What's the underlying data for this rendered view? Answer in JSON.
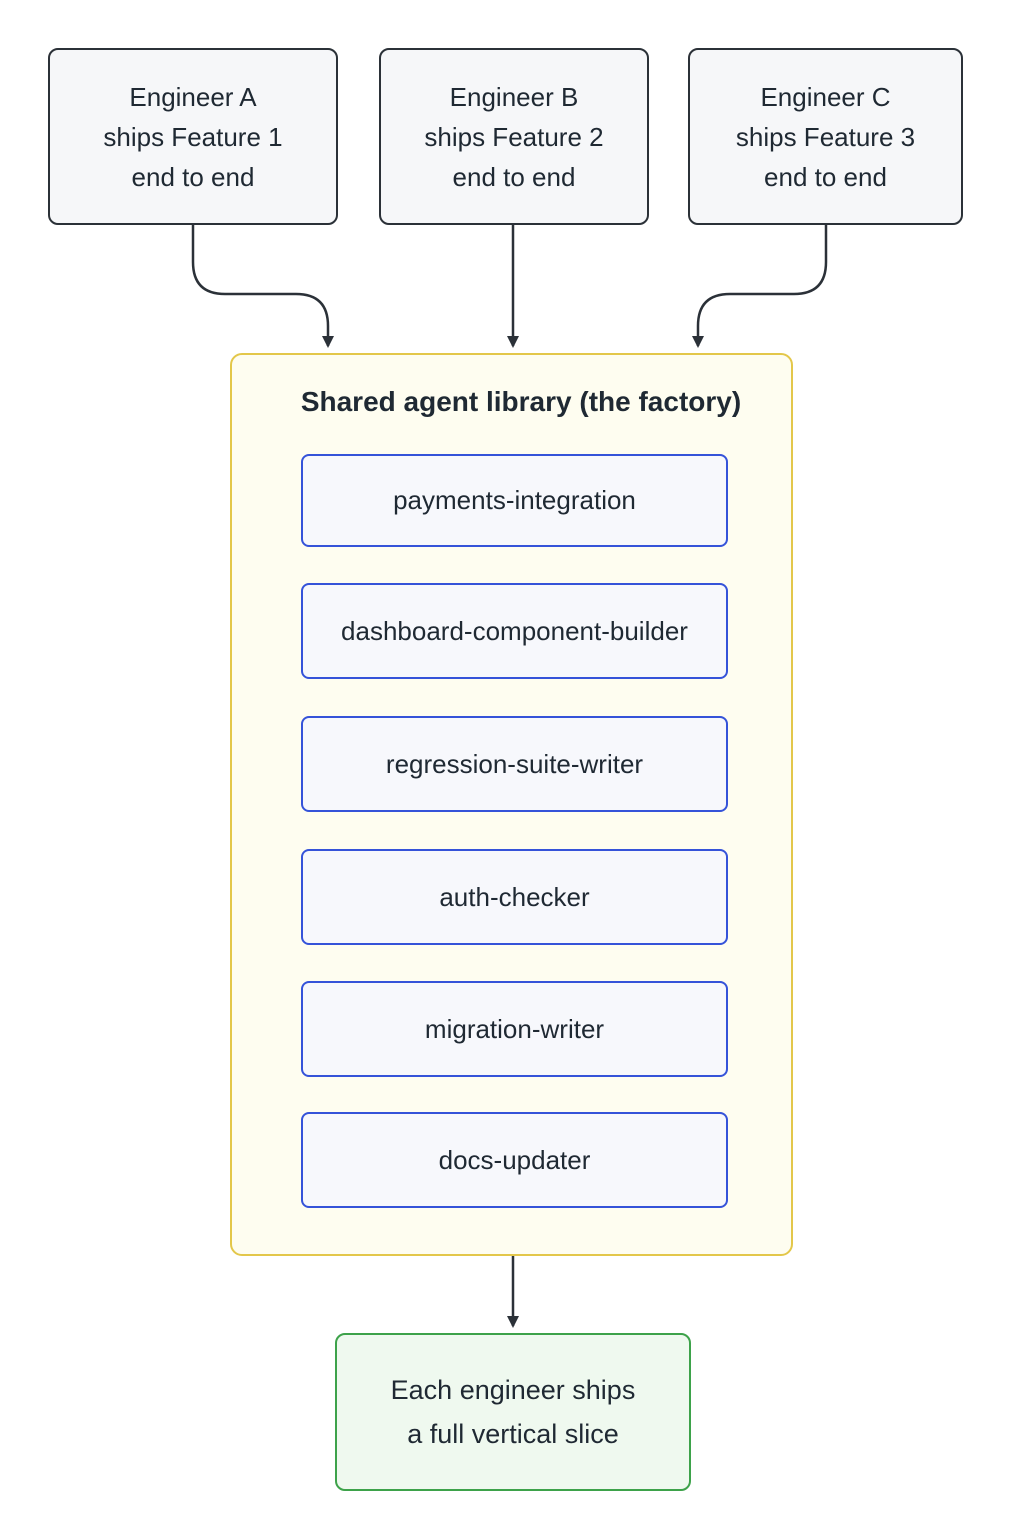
{
  "engineers": [
    {
      "lines": [
        "Engineer A",
        "ships Feature 1",
        "end to end"
      ]
    },
    {
      "lines": [
        "Engineer B",
        "ships Feature 2",
        "end to end"
      ]
    },
    {
      "lines": [
        "Engineer C",
        "ships Feature 3",
        "end to end"
      ]
    }
  ],
  "library": {
    "title": "Shared agent library (the factory)",
    "agents": [
      "payments-integration",
      "dashboard-component-builder",
      "regression-suite-writer",
      "auth-checker",
      "migration-writer",
      "docs-updater"
    ]
  },
  "outcome": {
    "lines": [
      "Each engineer ships",
      "a full vertical slice"
    ]
  },
  "colors": {
    "engineer_border": "#2b3138",
    "engineer_fill": "#f6f7f9",
    "library_border": "#e3c74a",
    "library_fill": "#fefdf0",
    "agent_border": "#3553d9",
    "agent_fill": "#f7f8fc",
    "outcome_border": "#3da24a",
    "outcome_fill": "#eff9ef",
    "connector": "#2b3138"
  }
}
